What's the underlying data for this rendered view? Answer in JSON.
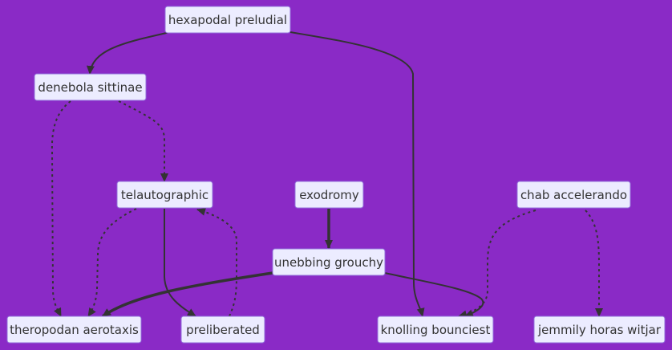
{
  "diagram": {
    "type": "flowchart",
    "background": "#8a2ac6",
    "node_fill": "#ececff",
    "node_stroke": "#9370db",
    "edge_color": "#333333",
    "nodes": [
      {
        "id": "hexapodal",
        "label": "hexapodal preludial"
      },
      {
        "id": "denebola",
        "label": "denebola sittinae"
      },
      {
        "id": "telauto",
        "label": "telautographic"
      },
      {
        "id": "exodromy",
        "label": "exodromy"
      },
      {
        "id": "chab",
        "label": "chab accelerando"
      },
      {
        "id": "unebbing",
        "label": "unebbing grouchy"
      },
      {
        "id": "theropodan",
        "label": "theropodan aerotaxis"
      },
      {
        "id": "preliberated",
        "label": "preliberated"
      },
      {
        "id": "knolling",
        "label": "knolling bounciest"
      },
      {
        "id": "jemmily",
        "label": "jemmily horas witjar"
      }
    ],
    "edges": [
      {
        "from": "hexapodal",
        "to": "denebola",
        "style": "solid"
      },
      {
        "from": "hexapodal",
        "to": "knolling",
        "style": "solid"
      },
      {
        "from": "denebola",
        "to": "telauto",
        "style": "dotted"
      },
      {
        "from": "denebola",
        "to": "theropodan",
        "style": "dotted"
      },
      {
        "from": "telauto",
        "to": "theropodan",
        "style": "dotted"
      },
      {
        "from": "telauto",
        "to": "preliberated",
        "style": "solid"
      },
      {
        "from": "preliberated",
        "to": "telauto",
        "style": "dotted"
      },
      {
        "from": "exodromy",
        "to": "unebbing",
        "style": "thick"
      },
      {
        "from": "unebbing",
        "to": "theropodan",
        "style": "thick"
      },
      {
        "from": "unebbing",
        "to": "knolling",
        "style": "solid"
      },
      {
        "from": "chab",
        "to": "knolling",
        "style": "dotted"
      },
      {
        "from": "chab",
        "to": "jemmily",
        "style": "dotted"
      }
    ]
  }
}
